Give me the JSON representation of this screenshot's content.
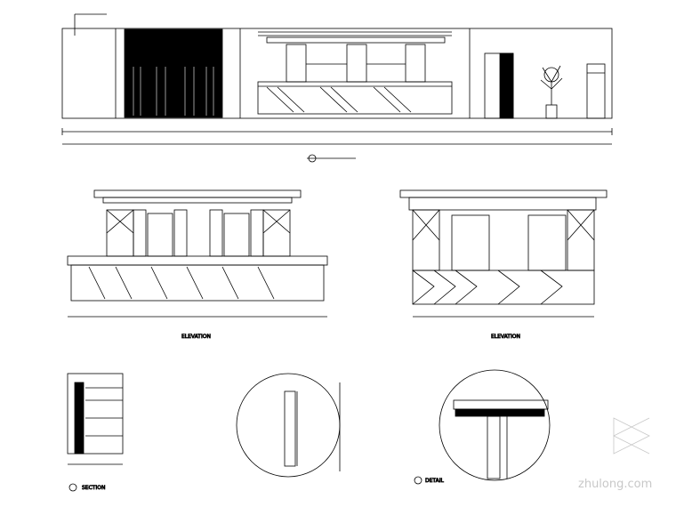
{
  "watermark": {
    "text": "zhulong.com"
  },
  "titles": {
    "front_elevation": "ELEVATION",
    "side_elevation": "ELEVATION",
    "section": "SECTION",
    "detail": "DETAIL"
  },
  "colors": {
    "line": "#000000",
    "background": "#ffffff",
    "watermark": "#c8c8c8"
  }
}
